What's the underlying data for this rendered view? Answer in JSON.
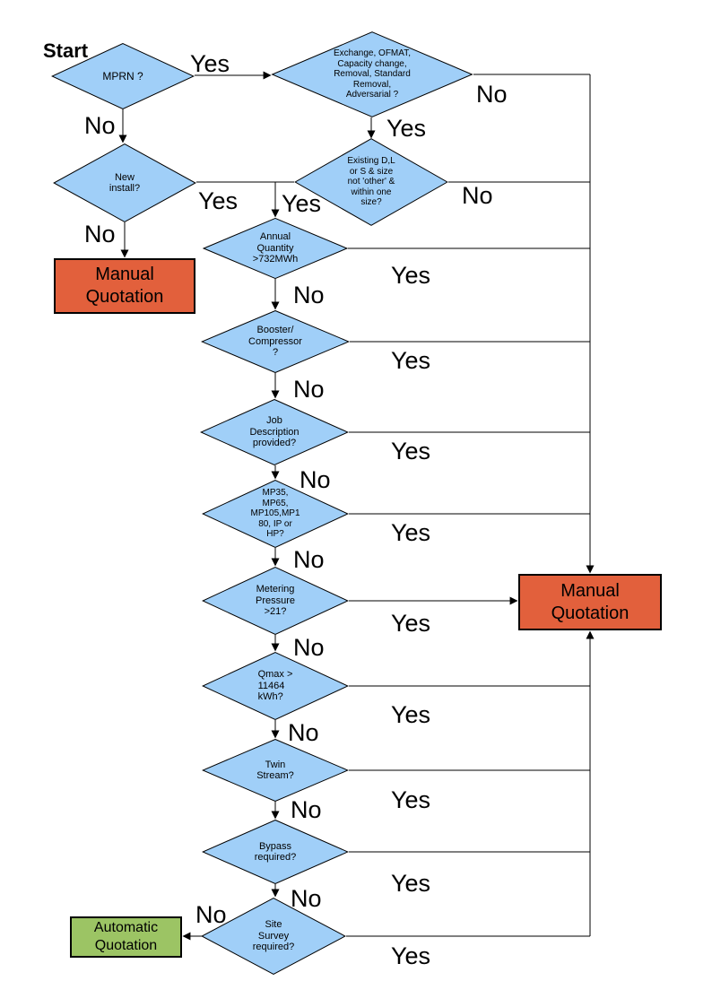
{
  "colors": {
    "diamond_fill": "#A0CFF8",
    "manual_fill": "#E2603C",
    "auto_fill": "#9CC464",
    "line_color": "#000000"
  },
  "labels": {
    "start": "Start",
    "mprn_yes": "Yes",
    "mprn_no": "No",
    "exchange_no": "No",
    "exchange_yes": "Yes",
    "existing_no": "No",
    "existing_yes": "Yes",
    "new_install_yes": "Yes",
    "new_install_no": "No",
    "annual_no": "No",
    "annual_yes": "Yes",
    "booster_no": "No",
    "booster_yes": "Yes",
    "job_no": "No",
    "job_yes": "Yes",
    "mp_no": "No",
    "mp_yes": "Yes",
    "metering_no": "No",
    "metering_yes": "Yes",
    "qmax_no": "No",
    "qmax_yes": "Yes",
    "twin_no": "No",
    "twin_yes": "Yes",
    "bypass_no": "No",
    "bypass_yes": "Yes",
    "site_no": "No",
    "site_yes": "Yes"
  },
  "nodes": {
    "mprn": {
      "label": "MPRN ?"
    },
    "exchange": {
      "label": [
        "Exchange, OFMAT,",
        "Capacity change,",
        "Removal, Standard",
        "Removal,",
        "Adversarial ?"
      ]
    },
    "new_install": {
      "label": [
        "New",
        "install?"
      ]
    },
    "existing": {
      "label": [
        "Existing D,L",
        "or S & size",
        "not 'other' &",
        "within one",
        "size?"
      ]
    },
    "annual": {
      "label": [
        "Annual",
        "Quantity",
        ">732MWh"
      ]
    },
    "booster": {
      "label": [
        "Booster/",
        "Compressor",
        "?"
      ]
    },
    "job": {
      "label": [
        "Job",
        "Description",
        "provided?"
      ]
    },
    "mp": {
      "label": [
        "MP35,",
        "MP65,",
        "MP105,MP1",
        "80, IP or",
        "HP?"
      ]
    },
    "metering": {
      "label": [
        "Metering",
        "Pressure",
        ">21?"
      ]
    },
    "qmax": {
      "label": [
        "Qmax >",
        "11464",
        "kWh?"
      ]
    },
    "twin": {
      "label": [
        "Twin",
        "Stream?"
      ]
    },
    "bypass": {
      "label": [
        "Bypass",
        "required?"
      ]
    },
    "site": {
      "label": [
        "Site",
        "Survey",
        "required?"
      ]
    },
    "manual_left": {
      "label": [
        "Manual",
        "Quotation"
      ]
    },
    "manual_right": {
      "label": [
        "Manual",
        "Quotation"
      ]
    },
    "auto": {
      "label": [
        "Automatic",
        "Quotation"
      ]
    }
  }
}
